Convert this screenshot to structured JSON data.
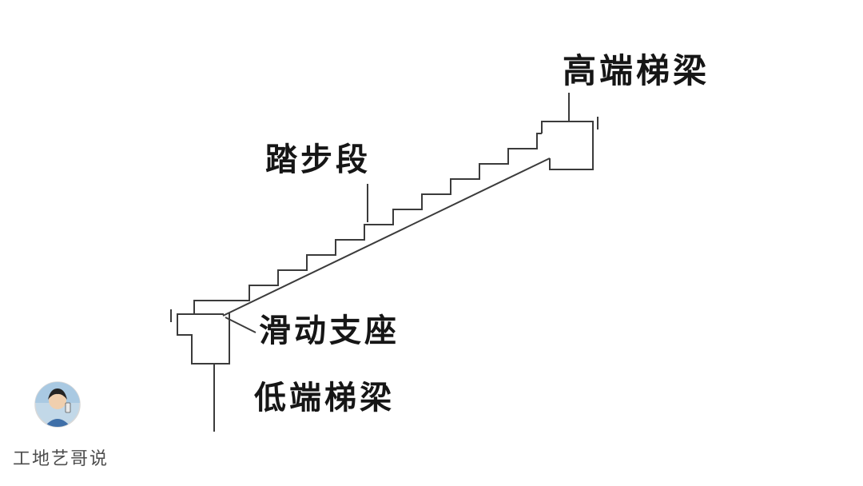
{
  "diagram": {
    "labels": {
      "high_beam": "高端梯梁",
      "step_segment": "踏步段",
      "sliding_support": "滑动支座",
      "low_beam": "低端梯梁"
    }
  },
  "watermark": {
    "name": "工地艺哥说"
  },
  "colors": {
    "line": "#3b3b3b",
    "label_text": "#161616",
    "watermark_text": "#4d4d4d",
    "background": "#ffffff"
  }
}
